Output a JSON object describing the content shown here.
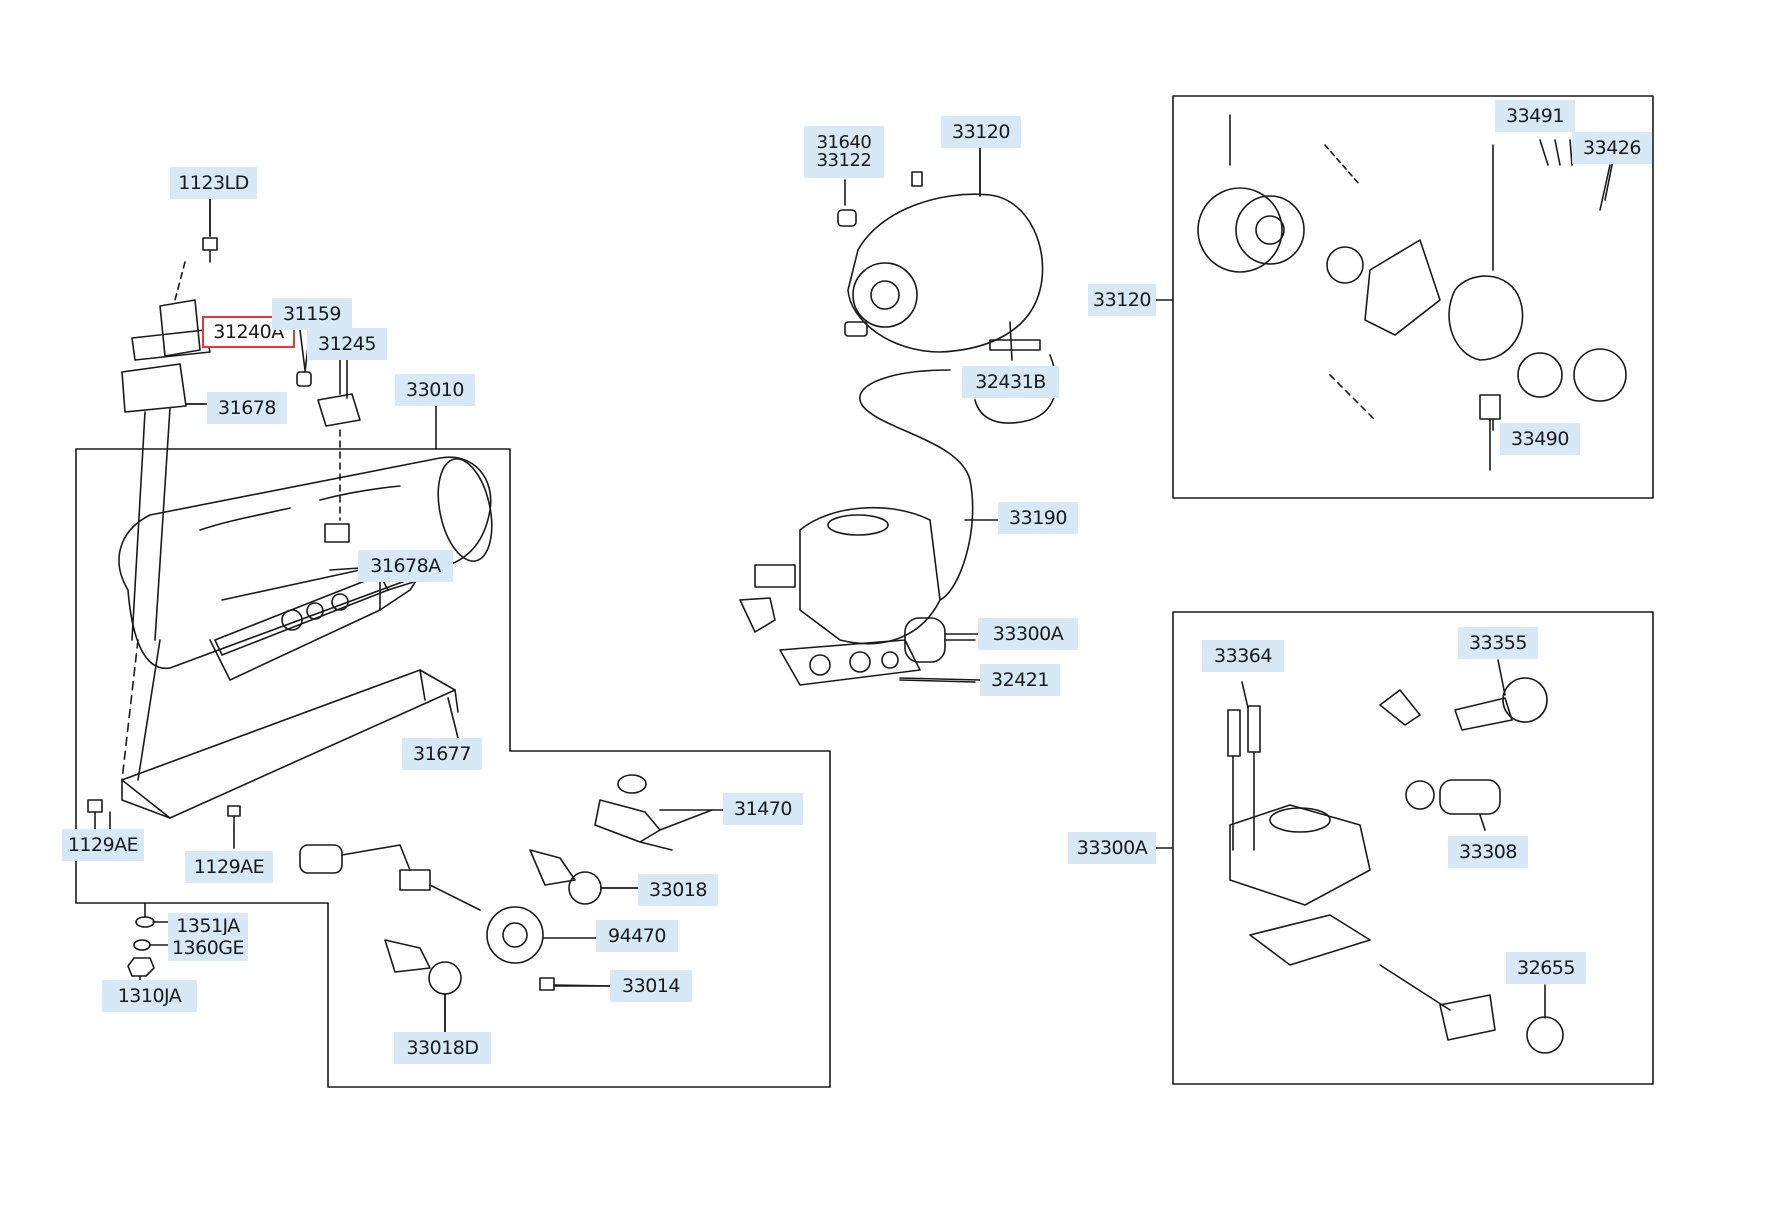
{
  "diagram": {
    "colors": {
      "label_bg": "#d7e8f7",
      "line": "#1a1a1a",
      "selected": "#e53935"
    },
    "labels": {
      "p1123LD": "1123LD",
      "p31240A": "31240A",
      "p31159": "31159",
      "p31245": "31245",
      "p31678": "31678",
      "p33010": "33010",
      "p31678A": "31678A",
      "p31677": "31677",
      "p1129AE_a": "1129AE",
      "p1129AE_b": "1129AE",
      "p1351JA": "1351JA",
      "p1360GE": "1360GE",
      "p1310JA": "1310JA",
      "p31470": "31470",
      "p33018": "33018",
      "p94470": "94470",
      "p33014": "33014",
      "p33018D": "33018D",
      "p31640": "31640",
      "p33122": "33122",
      "p33120_top": "33120",
      "p32431B": "32431B",
      "p33190": "33190",
      "p33300A_mid": "33300A",
      "p32421": "32421",
      "p33491": "33491",
      "p33426": "33426",
      "p33120_box": "33120",
      "p33490": "33490",
      "p33364": "33364",
      "p33355": "33355",
      "p33300A_box": "33300A",
      "p33308": "33308",
      "p32655": "32655"
    }
  }
}
